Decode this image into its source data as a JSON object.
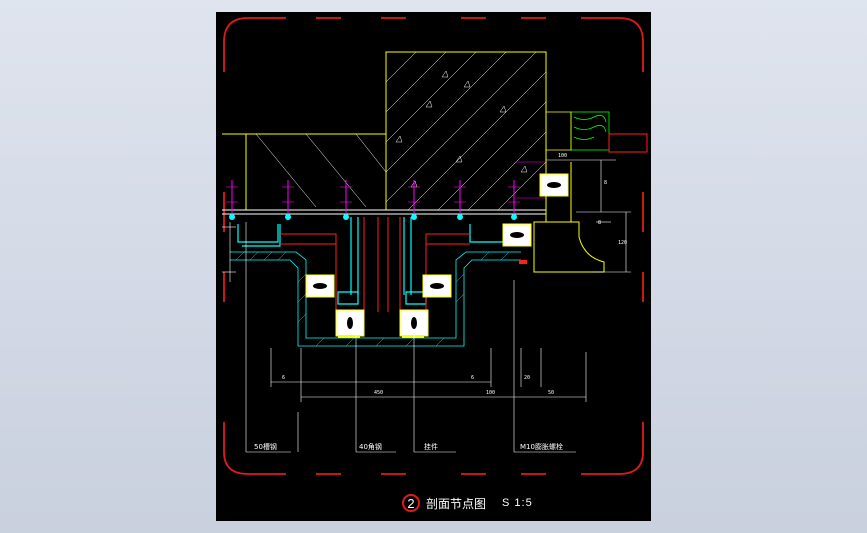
{
  "title": {
    "number": "2",
    "text": "剖面节点图",
    "scale": "S 1:5"
  },
  "callouts": [
    {
      "label": "50槽钢"
    },
    {
      "label": "40角钢"
    },
    {
      "label": "挂件"
    },
    {
      "label": "M10膨胀螺栓"
    }
  ],
  "dimensions": {
    "bottom_left": "6",
    "bottom_mid": "6",
    "bottom_right": "20",
    "lower_left": "450",
    "lower_mid": "100",
    "lower_right": "50",
    "top_right_1": "100",
    "side_1": "8",
    "side_2": "8",
    "side_3": "120"
  },
  "colors": {
    "frame": "#e01b1b",
    "line": "#ffffff",
    "yellow": "#ffff00",
    "cyan": "#00ffff",
    "green": "#00ff00",
    "magenta": "#ff00ff",
    "red": "#ff2020"
  }
}
